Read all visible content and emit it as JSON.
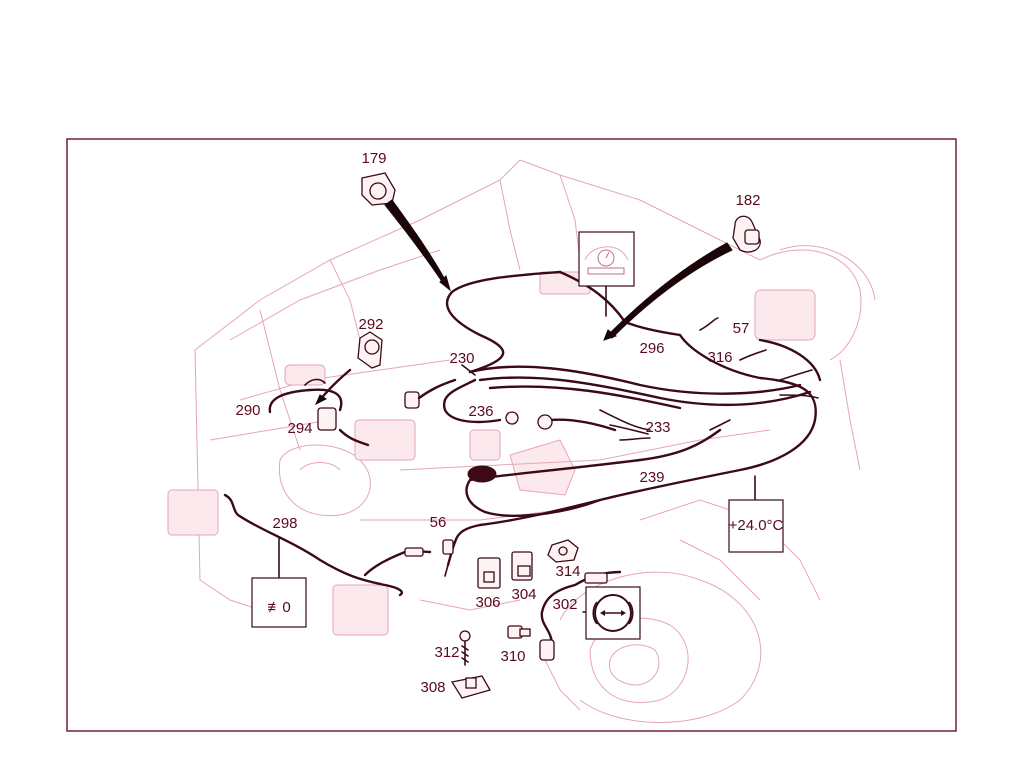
{
  "diagram": {
    "callouts": [
      "179",
      "182",
      "292",
      "230",
      "290",
      "294",
      "236",
      "296",
      "316",
      "57",
      "233",
      "239",
      "56",
      "298",
      "306",
      "304",
      "314",
      "302",
      "312",
      "310",
      "308"
    ],
    "temperature_readout": "+24.0°C",
    "fog_lamp_symbol": "≢0",
    "colors": {
      "frame": "#6a1426",
      "ink": "#3b0a16",
      "ghost": "#e6a6b6",
      "label": "#5a0a1c"
    },
    "icons": [
      "gauge-icon",
      "thermometer-display",
      "fog-lamp-icon",
      "brake-pad-wear-icon"
    ]
  }
}
